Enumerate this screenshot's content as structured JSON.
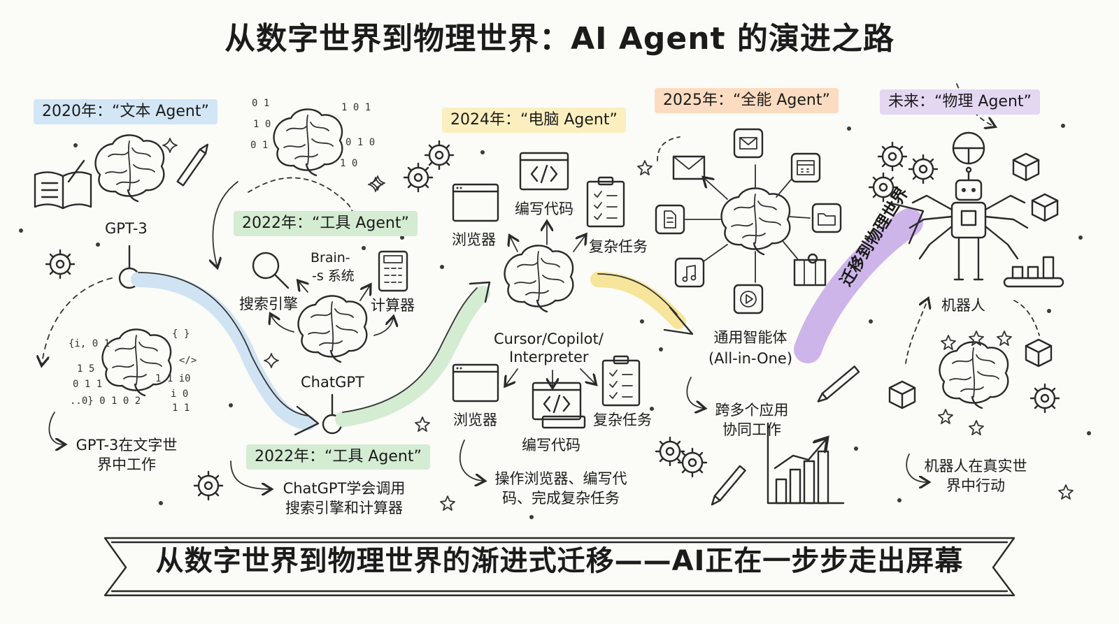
{
  "title": "从数字世界到物理世界：AI Agent 的演进之路",
  "stages": {
    "s2020": {
      "tag": "2020年：“文本 Agent”",
      "model": "GPT-3",
      "caption_l1": "GPT-3在文字世",
      "caption_l2": "界中工作"
    },
    "s2022_top": {
      "tag": "2022年：“工具 Agent”",
      "brain_l1": "Brain-",
      "brain_l2": "-s 系统",
      "search": "搜索引擎",
      "calc": "计算器",
      "model": "ChatGPT"
    },
    "s2022_bottom": {
      "tag": "2022年：“工具 Agent”",
      "caption_l1": "ChatGPT学会调用",
      "caption_l2": "搜索引擎和计算器"
    },
    "s2024": {
      "tag": "2024年：“电脑 Agent”",
      "browser_top": "浏览器",
      "code_top": "编写代码",
      "task_top": "复杂任务",
      "model_l1": "Cursor/Copilot/",
      "model_l2": "Interpreter",
      "browser_bottom": "浏览器",
      "code_bottom": "编写代码",
      "task_bottom": "复杂任务",
      "caption_l1": "操作浏览器、编写代",
      "caption_l2": "码、完成复杂任务"
    },
    "s2025": {
      "tag": "2025年：“全能 Agent”",
      "model_l1": "通用智能体",
      "model_l2": "(All-in-One)",
      "caption_l1": "跨多个应用",
      "caption_l2": "协同工作"
    },
    "future": {
      "tag": "未来：“物理 Agent”",
      "robot": "机器人",
      "arrow_text": "迁移到物理世界",
      "caption_l1": "机器人在真实世",
      "caption_l2": "界中行动"
    }
  },
  "binary": {
    "top": [
      "0 1",
      "1 0",
      "0 1",
      "1 0 1",
      "0 1 0",
      "1 0"
    ],
    "left": [
      "{i, 0 1",
      "1 1  i0",
      "1 5",
      "0  1 1",
      "..0}  0 1 0 2",
      "{ }",
      "</>",
      "i 0",
      "1 1"
    ]
  },
  "banner": "从数字世界到物理世界的渐进式迁移——AI正在一步步走出屏幕",
  "colors": {
    "blue": "#d2e6f5",
    "green": "#d4ecd2",
    "yellow": "#fbefbf",
    "orange": "#fbdcc0",
    "purple": "#e3d7f2",
    "arrow_purple": "#b69bdc"
  }
}
